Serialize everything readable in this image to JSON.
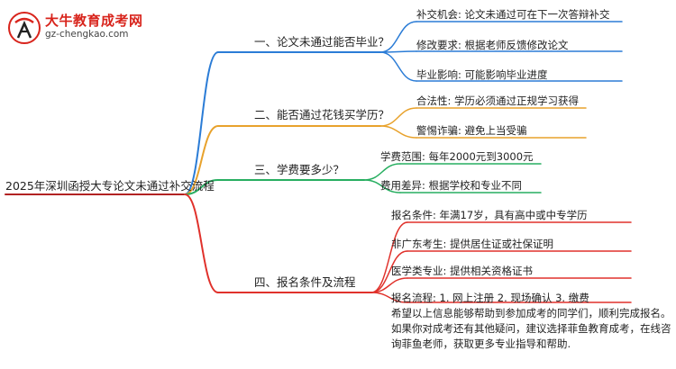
{
  "logo": {
    "title": "大牛教育成考网",
    "url": "gz-chengkao.com"
  },
  "colors": {
    "blue": "#2b7cd6",
    "orange": "#e8a22c",
    "green": "#27ae60",
    "red": "#e0312b",
    "root_line": "#b22222"
  },
  "root": "2025年深圳函授大专论文未通过补交流程",
  "branches": [
    {
      "label": "一、论文未通过能否毕业？",
      "color": "#2b7cd6",
      "leaves": [
        "补交机会: 论文未通过可在下一次答辩补交",
        "修改要求: 根据老师反馈修改论文",
        "毕业影响: 可能影响毕业进度"
      ]
    },
    {
      "label": "二、能否通过花钱买学历？",
      "color": "#e8a22c",
      "leaves": [
        "合法性: 学历必须通过正规学习获得",
        "警惕诈骗: 避免上当受骗"
      ]
    },
    {
      "label": "三、学费要多少？",
      "color": "#27ae60",
      "leaves": [
        "学费范围: 每年2000元到3000元",
        "费用差异: 根据学校和专业不同"
      ]
    },
    {
      "label": "四、报名条件及流程",
      "color": "#e0312b",
      "leaves": [
        "报名条件: 年满17岁，具有高中或中专学历",
        "非广东考生: 提供居住证或社保证明",
        "医学类专业: 提供相关资格证书"
      ],
      "note": "报名流程: 1. 网上注册 2. 现场确认 3. 缴费\n希望以上信息能够帮助到参加成考的同学们，顺利完成报名。如果你对成考还有其他疑问，建议选择菲鱼教育成考，在线咨询菲鱼老师，获取更多专业指导和帮助."
    }
  ]
}
